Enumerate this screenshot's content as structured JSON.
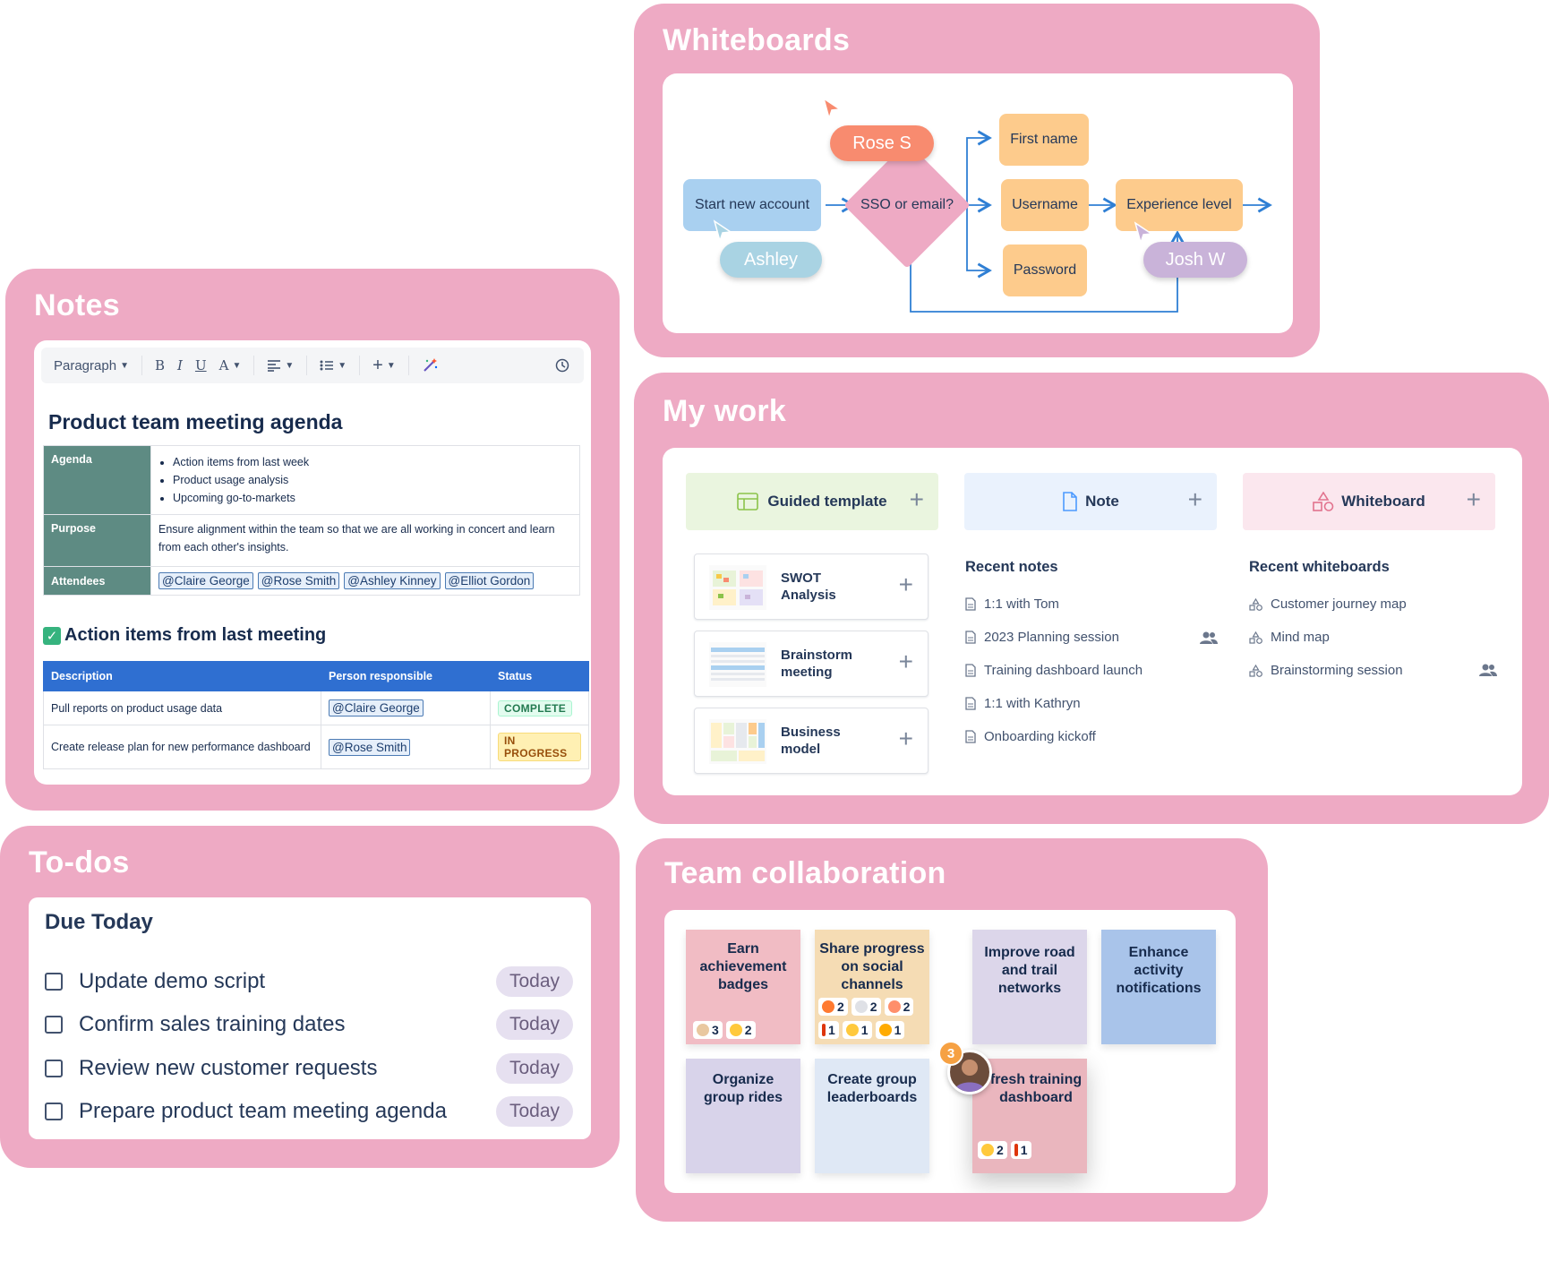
{
  "whiteboards": {
    "title": "Whiteboards",
    "nodes": {
      "start": "Start new account",
      "decision": "SSO or email?",
      "first_name": "First name",
      "username": "Username",
      "password": "Password",
      "experience": "Experience level"
    },
    "cursors": {
      "rose": "Rose S",
      "ashley": "Ashley",
      "josh": "Josh W"
    },
    "colors": {
      "rose": "#f88b6f",
      "ashley": "#a9d3e3",
      "josh": "#c9b3d9",
      "arrow": "#2f7fd4"
    }
  },
  "notes": {
    "title": "Notes",
    "toolbar": {
      "paragraph": "Paragraph",
      "bold": "B",
      "italic": "I",
      "underline": "U",
      "text_color": "A",
      "insert": "+"
    },
    "doc_title": "Product team meeting agenda",
    "agenda_label": "Agenda",
    "agenda_items": [
      "Action items from last week",
      "Product usage analysis",
      "Upcoming go-to-markets"
    ],
    "purpose_label": "Purpose",
    "purpose_text": "Ensure alignment within the team so that we are all working in concert and learn from each other's insights.",
    "attendees_label": "Attendees",
    "attendees": [
      "@Claire George",
      "@Rose Smith",
      "@Ashley Kinney",
      "@Elliot Gordon"
    ],
    "action_title": "Action items from last meeting",
    "action_headers": [
      "Description",
      "Person responsible",
      "Status"
    ],
    "action_rows": [
      {
        "description": "Pull reports on product usage data",
        "person": "@Claire George",
        "status": "COMPLETE"
      },
      {
        "description": "Create release plan for new performance dashboard",
        "person": "@Rose Smith",
        "status": "IN PROGRESS"
      }
    ]
  },
  "todos": {
    "title": "To-dos",
    "heading": "Due Today",
    "items": [
      {
        "text": "Update demo script",
        "badge": "Today"
      },
      {
        "text": "Confirm sales training dates",
        "badge": "Today"
      },
      {
        "text": "Review new customer requests",
        "badge": "Today"
      },
      {
        "text": "Prepare product team meeting agenda",
        "badge": "Today"
      }
    ]
  },
  "mywork": {
    "title": "My work",
    "heads": {
      "guided": "Guided template",
      "note": "Note",
      "whiteboard": "Whiteboard"
    },
    "templates": [
      {
        "line1": "SWOT",
        "line2": "Analysis"
      },
      {
        "line1": "Brainstorm",
        "line2": "meeting"
      },
      {
        "line1": "Business",
        "line2": "model"
      }
    ],
    "recent_notes_title": "Recent notes",
    "recent_notes": [
      "1:1 with Tom",
      "2023 Planning session",
      "Training dashboard launch",
      "1:1 with Kathryn",
      "Onboarding kickoff"
    ],
    "recent_whiteboards_title": "Recent whiteboards",
    "recent_whiteboards": [
      "Customer journey map",
      "Mind map",
      "Brainstorming session"
    ]
  },
  "team": {
    "title": "Team collaboration",
    "stickies": {
      "s1": "Earn achievement badges",
      "s2": "Share progress on social channels",
      "s3": "Improve road and trail networks",
      "s4": "Enhance activity notifications",
      "s5": "Organize group rides",
      "s6": "Create group leaderboards",
      "s7": "fresh training dashboard"
    },
    "reactions": {
      "s1": [
        "3",
        "2"
      ],
      "s2": [
        "2",
        "2",
        "2",
        "1",
        "1",
        "1"
      ],
      "s7": [
        "2",
        "1"
      ]
    },
    "avatar_badge": "3"
  }
}
